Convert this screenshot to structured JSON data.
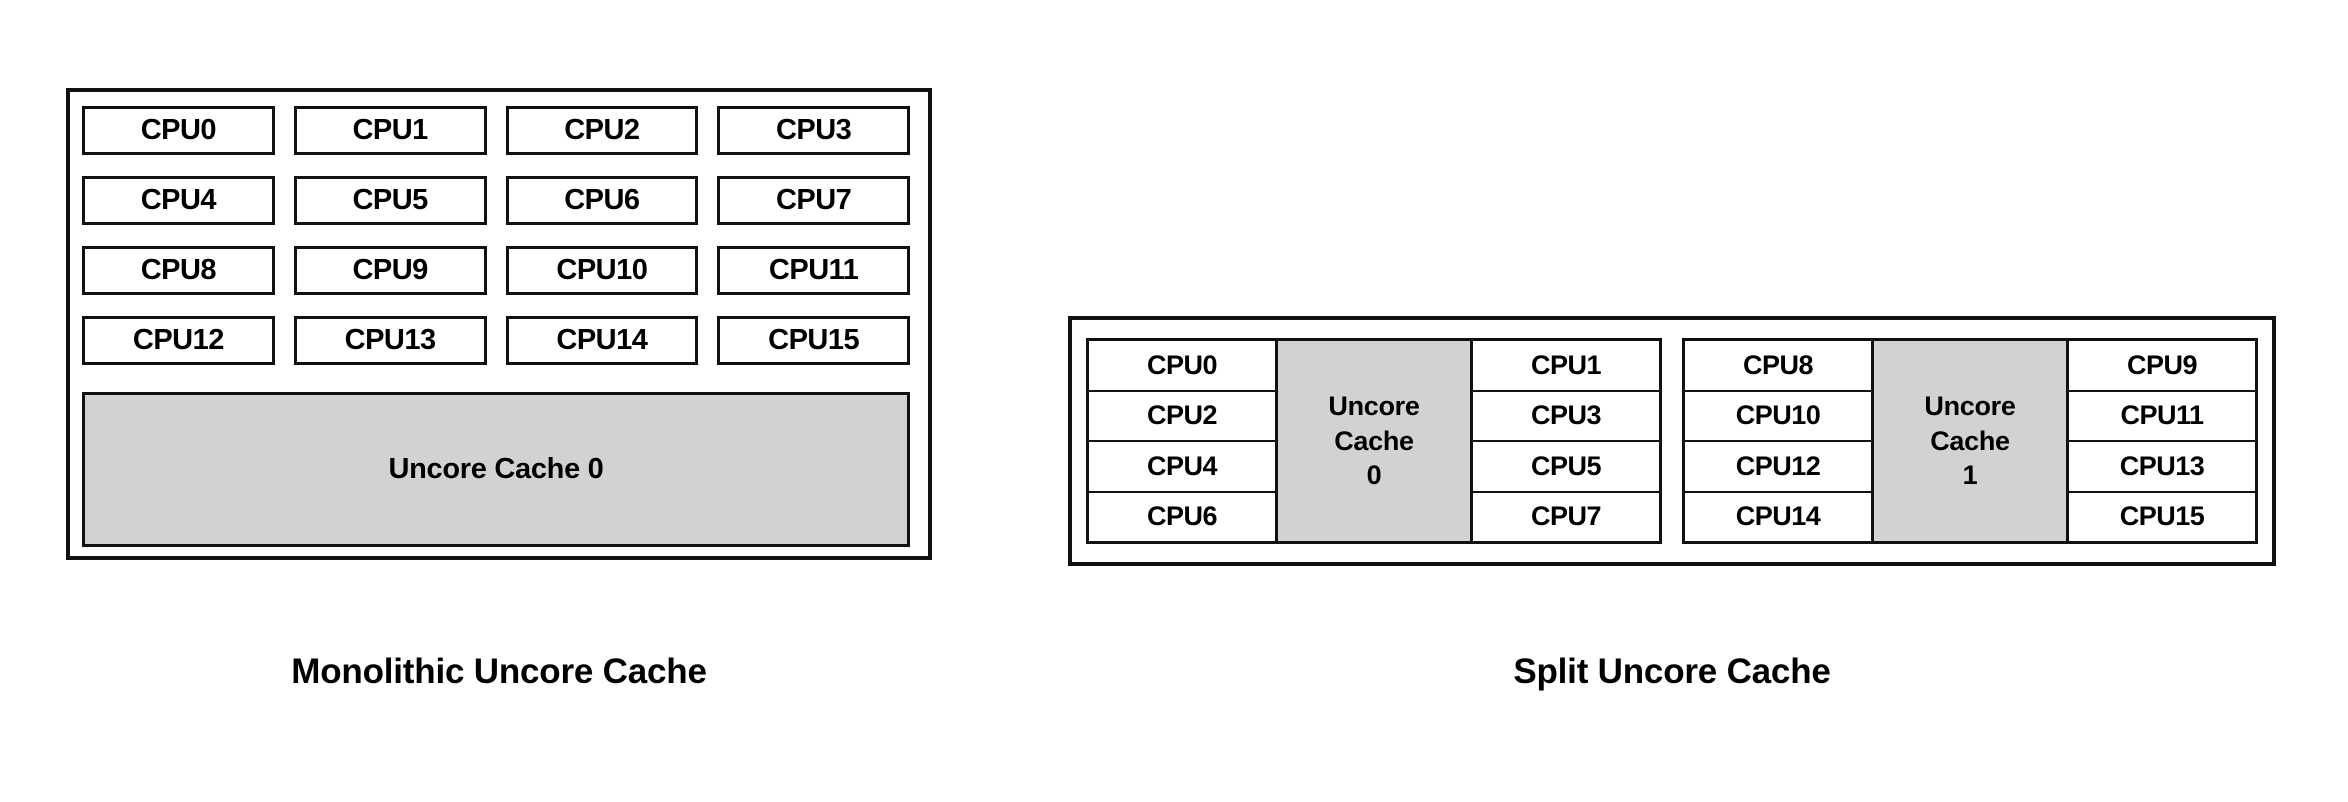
{
  "diagram": {
    "title_left": "Monolithic Uncore Cache",
    "title_right": "Split Uncore Cache",
    "colors": {
      "cache_fill": "#d2d2d2",
      "border": "#111111",
      "background": "#ffffff",
      "text": "#000000"
    }
  },
  "monolithic": {
    "caption": "Monolithic Uncore Cache",
    "cpus": [
      "CPU0",
      "CPU1",
      "CPU2",
      "CPU3",
      "CPU4",
      "CPU5",
      "CPU6",
      "CPU7",
      "CPU8",
      "CPU9",
      "CPU10",
      "CPU11",
      "CPU12",
      "CPU13",
      "CPU14",
      "CPU15"
    ],
    "cache_label": "Uncore Cache 0"
  },
  "split": {
    "caption": "Split Uncore Cache",
    "groups": [
      {
        "left_column": [
          "CPU0",
          "CPU2",
          "CPU4",
          "CPU6"
        ],
        "cache": {
          "line1": "Uncore",
          "line2": "Cache",
          "line3": "0"
        },
        "right_column": [
          "CPU1",
          "CPU3",
          "CPU5",
          "CPU7"
        ]
      },
      {
        "left_column": [
          "CPU8",
          "CPU10",
          "CPU12",
          "CPU14"
        ],
        "cache": {
          "line1": "Uncore",
          "line2": "Cache",
          "line3": "1"
        },
        "right_column": [
          "CPU9",
          "CPU11",
          "CPU13",
          "CPU15"
        ]
      }
    ]
  }
}
